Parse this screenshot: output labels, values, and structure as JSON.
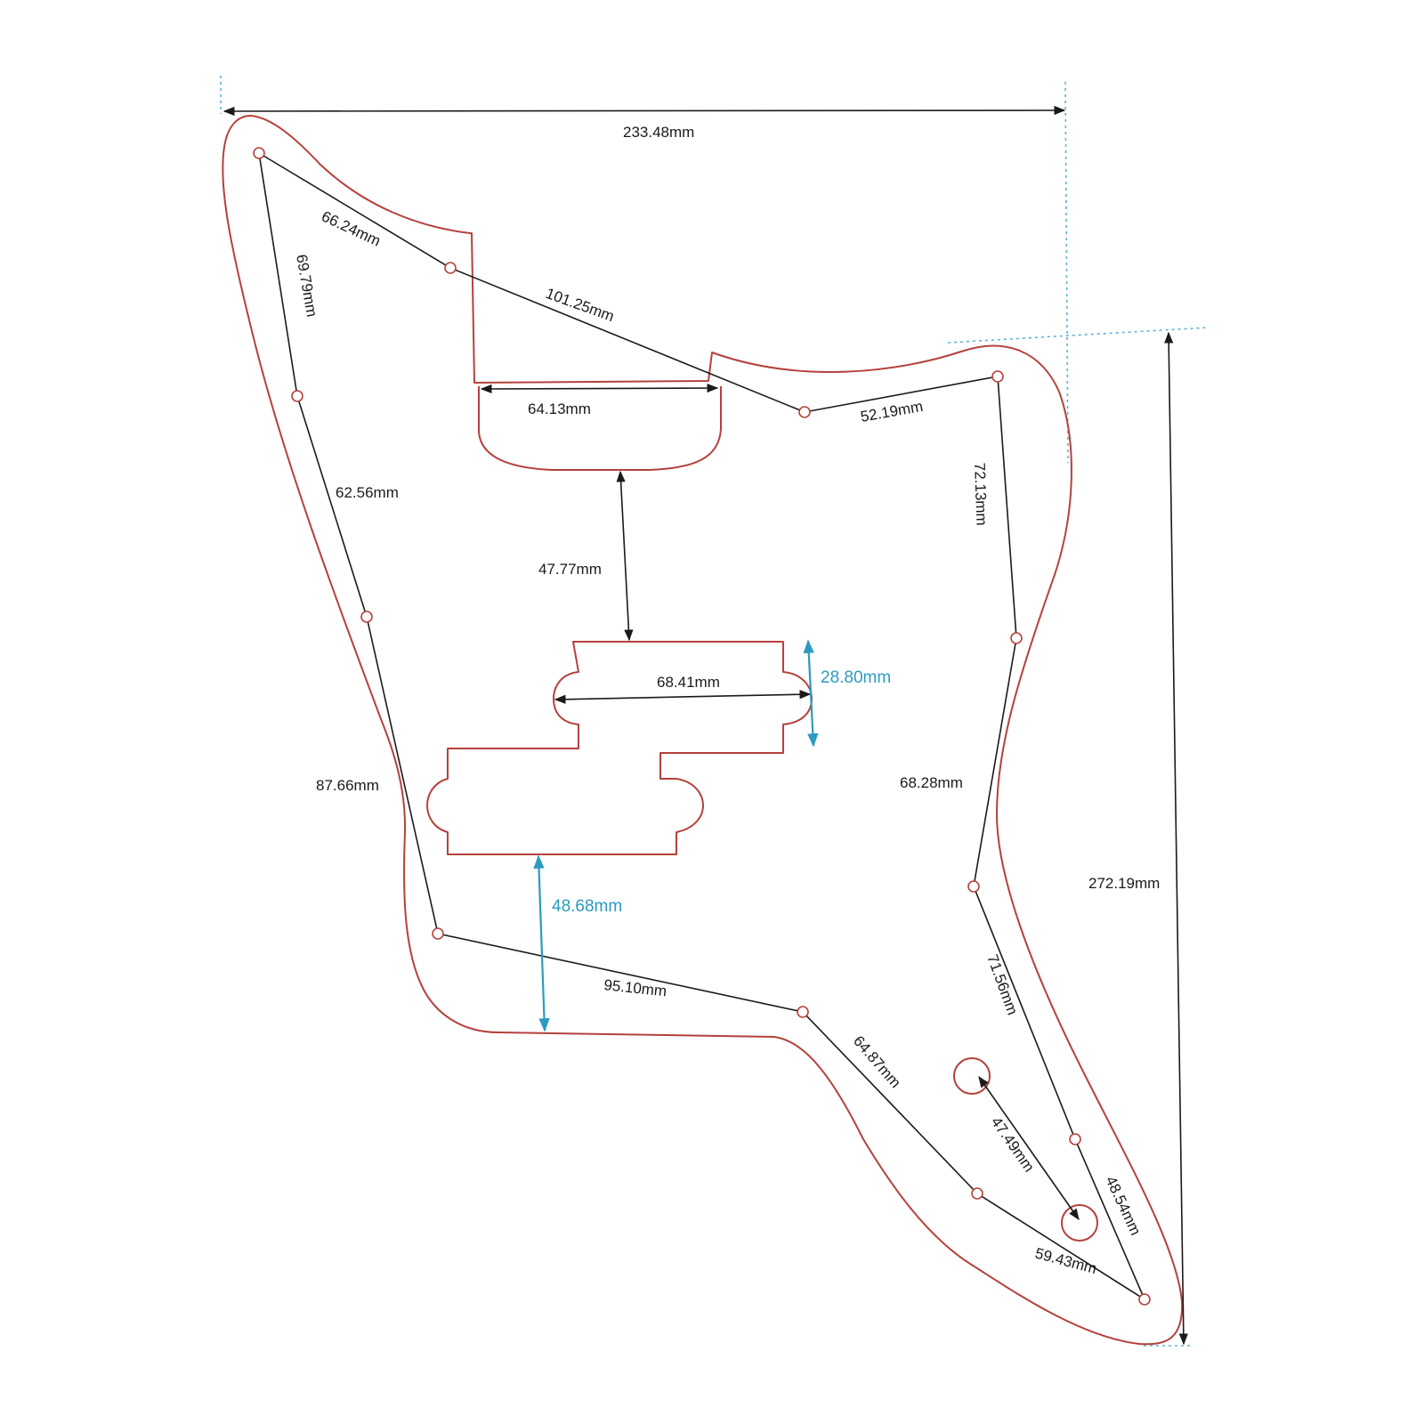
{
  "colors": {
    "outline": "#b5413c",
    "dimension": "#1a1a1a",
    "accent": "#2b9bbf",
    "guide": "#5fb2d3"
  },
  "dimensions": {
    "overall_width": "233.48mm",
    "overall_height": "272.19mm",
    "top_left_screw_1": "66.24mm",
    "top_left_screw_2": "101.25mm",
    "top_right_screw": "52.19mm",
    "left_edge_top": "69.79mm",
    "left_edge_mid": "62.56mm",
    "left_edge_low": "87.66mm",
    "neck_cutout_width": "64.13mm",
    "neck_to_pickup": "47.77mm",
    "pickup_length": "68.41mm",
    "pickup_height": "28.80mm",
    "pickup_to_edge": "48.68mm",
    "right_edge_top": "72.13mm",
    "right_edge_mid": "68.28mm",
    "right_edge_low": "71.56mm",
    "bottom_screw_1": "95.10mm",
    "bottom_screw_2": "64.87mm",
    "control_holes": "47.49mm",
    "tail_screw_1": "48.54mm",
    "tail_screw_2": "59.43mm"
  }
}
